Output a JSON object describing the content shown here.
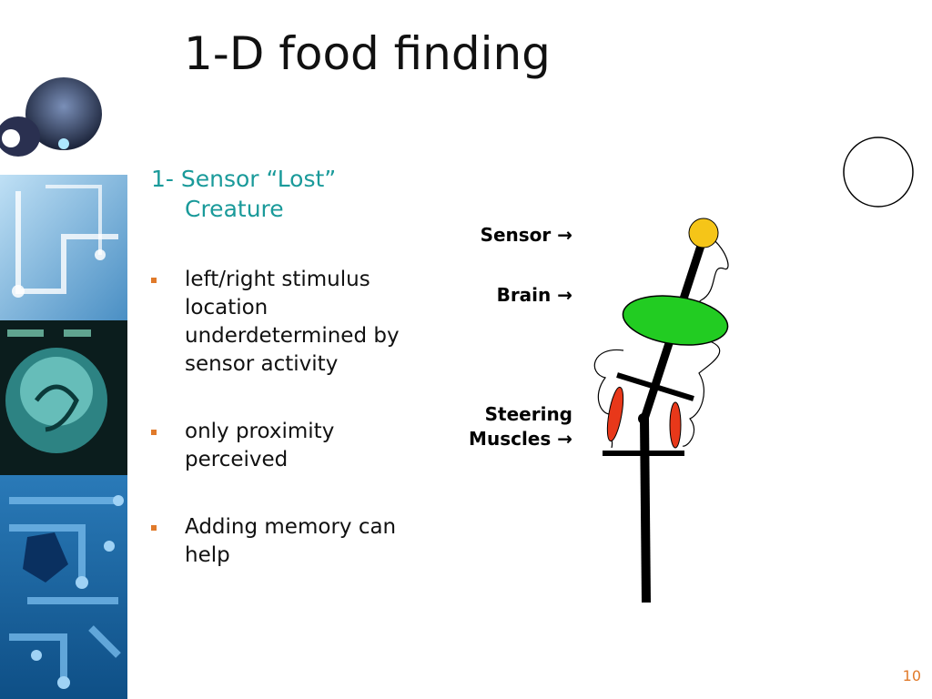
{
  "slide": {
    "title": "1-D food finding",
    "subtitle_line1": "1- Sensor “Lost”",
    "subtitle_line2": "Creature",
    "bullets": [
      "left/right stimulus location underdetermined by sensor activity",
      "only proximity perceived",
      "Adding memory can help"
    ],
    "page_number": "10"
  },
  "diagram": {
    "sensor_label": "Sensor →",
    "brain_label": "Brain →",
    "steering_label_line1": "Steering",
    "steering_label_line2": "Muscles →"
  },
  "colors": {
    "title": "#111111",
    "subtitle": "#1a9a9a",
    "bullet_marker": "#e07a2a",
    "page_number": "#e07a2a",
    "sensor": "#f5c518",
    "brain": "#22cc22",
    "muscles": "#e8381a"
  },
  "icons": {
    "side_strip": "robot-brain-circuit-image-strip"
  }
}
